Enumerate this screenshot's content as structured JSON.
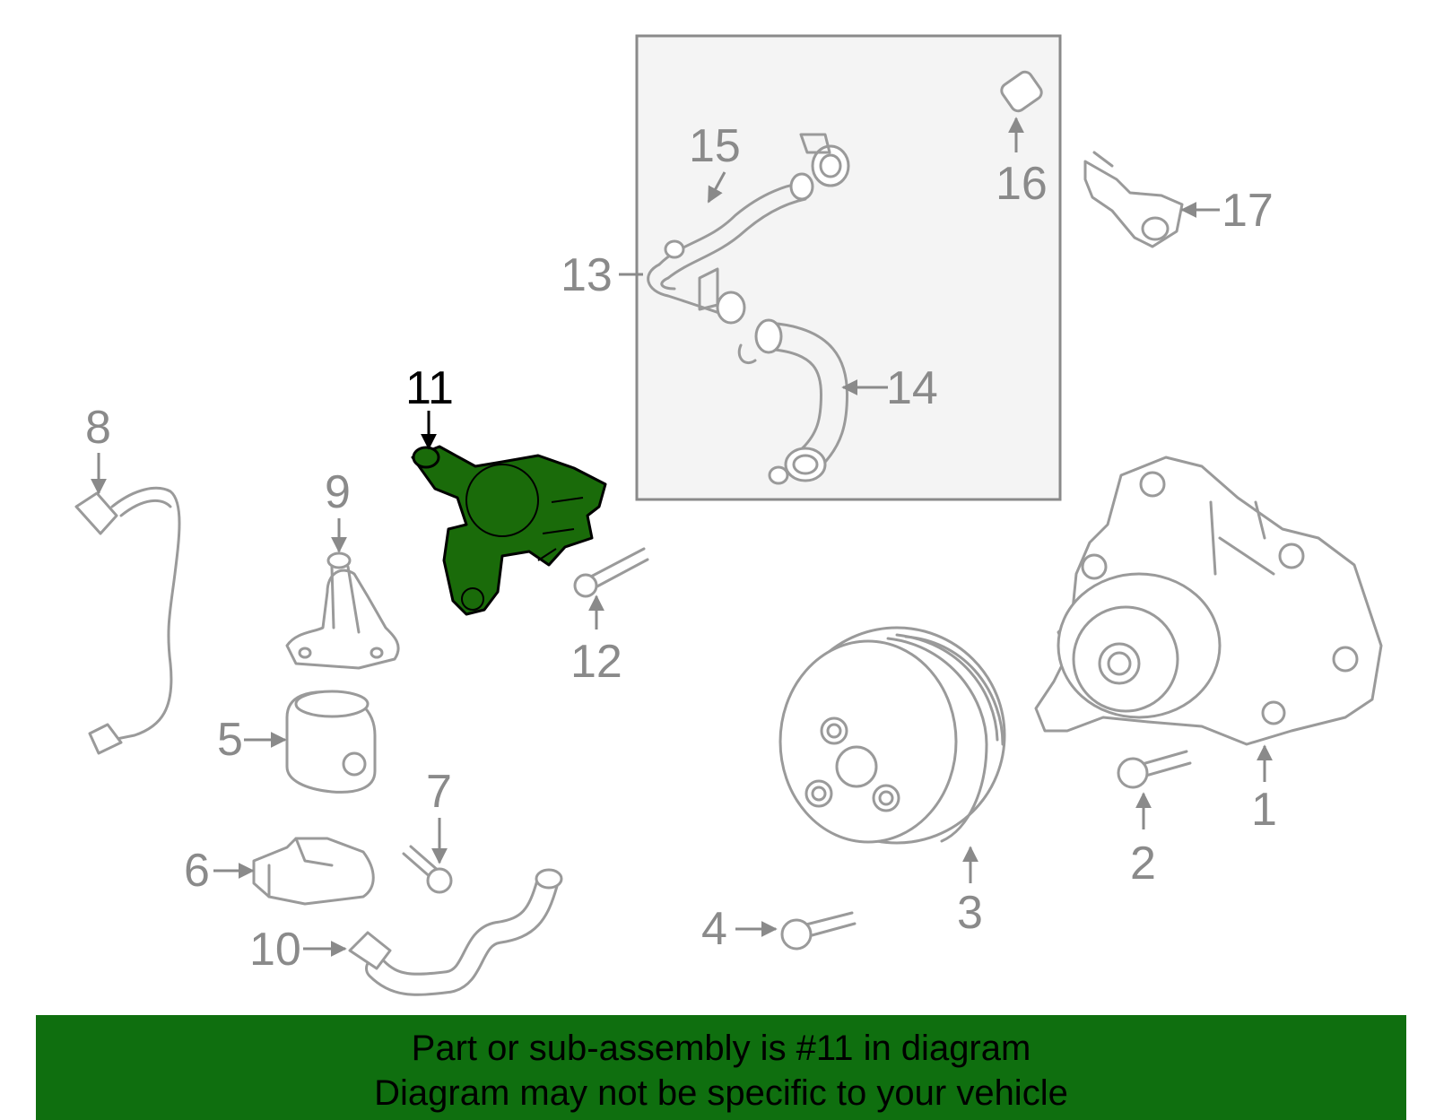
{
  "diagram": {
    "highlighted_part": "11",
    "callouts": [
      "1",
      "2",
      "3",
      "4",
      "5",
      "6",
      "7",
      "8",
      "9",
      "10",
      "11",
      "12",
      "13",
      "14",
      "15",
      "16",
      "17"
    ],
    "colors": {
      "highlight": "#0f6f0f",
      "banner": "#0f6f0f",
      "line": "#9a9a9a",
      "inset_bg": "#f4f4f4"
    }
  },
  "banner": {
    "line1": "Part or sub-assembly is #11 in diagram",
    "line2": "Diagram may not be specific to your vehicle"
  }
}
